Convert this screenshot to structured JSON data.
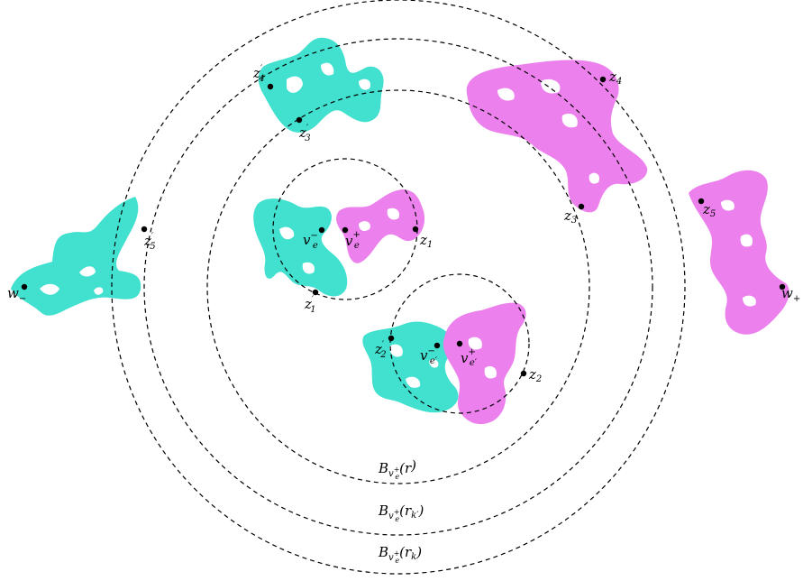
{
  "colors": {
    "turquoise": "#41e0cf",
    "magenta": "#ec80ec",
    "line": "#000000",
    "background": "#ffffff"
  },
  "circles": [
    {
      "name": "ball-r-k",
      "label": {
        "main": "B",
        "sub_base": "v",
        "sub_sup": "+",
        "sub_sub": "e",
        "arg_open": "(",
        "arg_base": "r",
        "arg_sub": "k",
        "arg_close": ")"
      }
    },
    {
      "name": "ball-r-k-prime",
      "label": {
        "main": "B",
        "sub_base": "v",
        "sub_sup": "+",
        "sub_sub": "e",
        "arg_open": "(",
        "arg_base": "r",
        "arg_sub": "k′",
        "arg_close": ")"
      }
    },
    {
      "name": "ball-r",
      "label": {
        "main": "B",
        "sub_base": "v",
        "sub_sup": "+",
        "sub_sub": "e",
        "arg_open": "(",
        "arg_base": "r",
        "arg_sub": "",
        "arg_close": ")"
      }
    },
    {
      "name": "small-ball-e"
    },
    {
      "name": "small-ball-e-prime"
    }
  ],
  "points": {
    "w_minus": {
      "base": "w",
      "sub": "−"
    },
    "w_plus": {
      "base": "w",
      "sub": "+"
    },
    "z1": {
      "base": "z",
      "sub": "1"
    },
    "z1p": {
      "base": "z",
      "sup": "′",
      "sub": "1"
    },
    "z2": {
      "base": "z",
      "sub": "2"
    },
    "z2p": {
      "base": "z",
      "sup": "′",
      "sub": "2"
    },
    "z3": {
      "base": "z",
      "sub": "3"
    },
    "z3p": {
      "base": "z",
      "sup": "′",
      "sub": "3"
    },
    "z4": {
      "base": "z",
      "sub": "4"
    },
    "z4p": {
      "base": "z",
      "sup": "′",
      "sub": "4"
    },
    "z5": {
      "base": "z",
      "sub": "5"
    },
    "z5p": {
      "base": "z",
      "sup": "′",
      "sub": "5"
    },
    "v_e_minus": {
      "base": "v",
      "sup": "−",
      "sub": "e"
    },
    "v_e_plus": {
      "base": "v",
      "sup": "+",
      "sub": "e"
    },
    "v_ep_minus": {
      "base": "v",
      "sup": "−",
      "sub": "e′"
    },
    "v_ep_plus": {
      "base": "v",
      "sup": "+",
      "sub": "e′"
    }
  }
}
